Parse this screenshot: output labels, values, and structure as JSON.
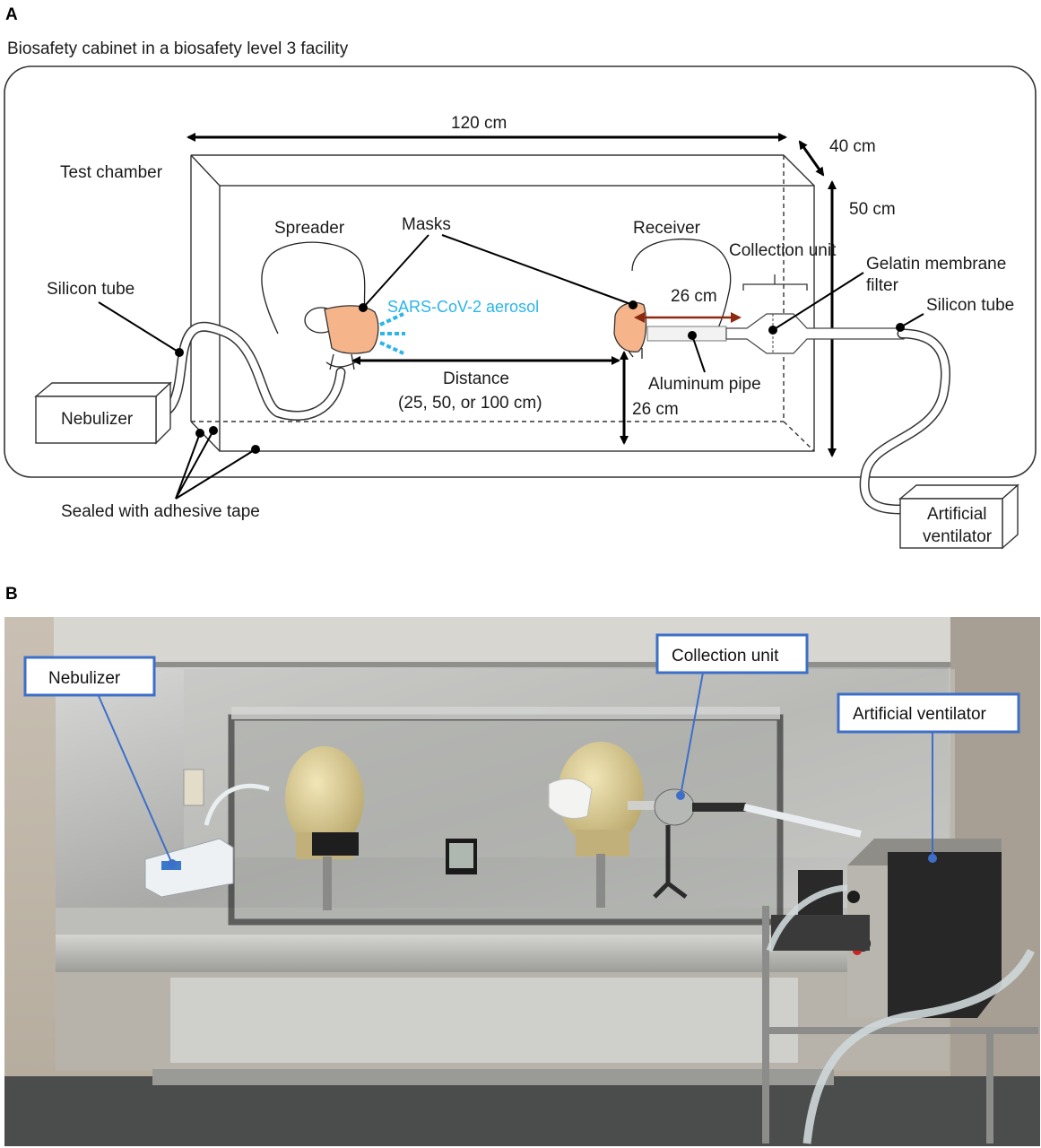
{
  "panel_a": {
    "letter": "A",
    "cabinet_title": "Biosafety cabinet in a biosafety level 3 facility",
    "test_chamber": "Test chamber",
    "dim_width": "120 cm",
    "dim_depth": "40 cm",
    "dim_height": "50 cm",
    "spreader": "Spreader",
    "masks": "Masks",
    "receiver": "Receiver",
    "collection_unit": "Collection unit",
    "gelatin_line1": "Gelatin membrane",
    "gelatin_line2": "filter",
    "silicon_tube_left": "Silicon tube",
    "silicon_tube_right": "Silicon tube",
    "aerosol": "SARS-CoV-2 aerosol",
    "dim_26_top": "26 cm",
    "distance_line1": "Distance",
    "distance_line2": "(25, 50, or 100 cm)",
    "aluminum_pipe": "Aluminum pipe",
    "dim_26_bottom": "26 cm",
    "nebulizer": "Nebulizer",
    "sealed": "Sealed with adhesive tape",
    "ventilator_line1": "Artificial",
    "ventilator_line2": "ventilator",
    "colors": {
      "mask": "#f5b48a",
      "aerosol": "#2bb5e8"
    }
  },
  "panel_b": {
    "letter": "B",
    "callout_nebulizer": "Nebulizer",
    "callout_collection": "Collection unit",
    "callout_ventilator": "Artificial ventilator",
    "colors": {
      "callout_border": "#3d6fc9"
    }
  }
}
